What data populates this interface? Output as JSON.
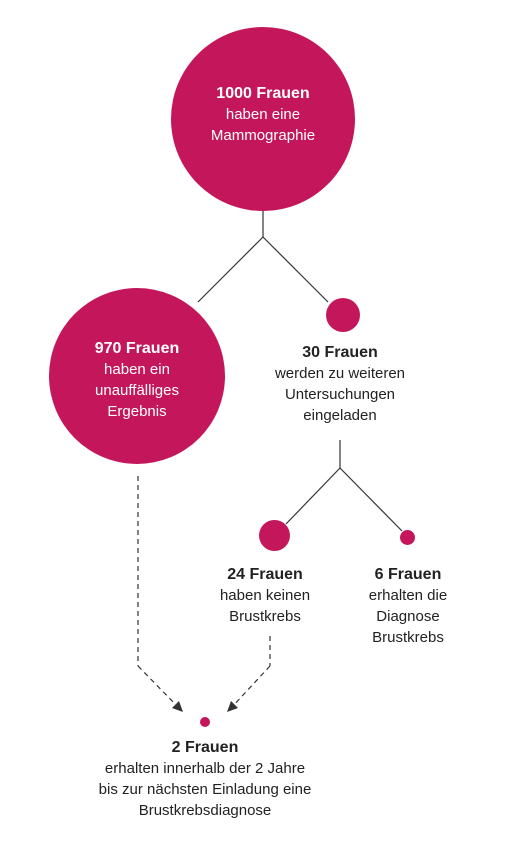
{
  "nodes": {
    "root": {
      "count": "1000 Frauen",
      "line1": "haben eine",
      "line2": "Mammographie"
    },
    "normal": {
      "count": "970 Frauen",
      "line1": "haben ein",
      "line2": "unauffälliges",
      "line3": "Ergebnis"
    },
    "further": {
      "count": "30 Frauen",
      "line1": "werden zu weiteren",
      "line2": "Untersuchungen",
      "line3": "eingeladen"
    },
    "no_cancer": {
      "count": "24 Frauen",
      "line1": "haben keinen",
      "line2": "Brustkrebs"
    },
    "cancer": {
      "count": "6 Frauen",
      "line1": "erhalten die",
      "line2": "Diagnose",
      "line3": "Brustkrebs"
    },
    "interval": {
      "count": "2 Frauen",
      "line1": "erhalten innerhalb der 2 Jahre",
      "line2": "bis zur nächsten Einladung eine",
      "line3": "Brustkrebsdiagnose"
    }
  },
  "colors": {
    "accent": "#c4175b",
    "line": "#333333",
    "text": "#222222"
  }
}
